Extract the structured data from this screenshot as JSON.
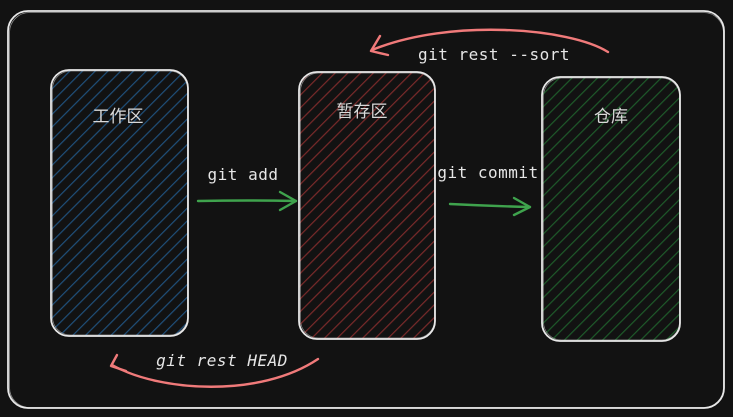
{
  "diagram": {
    "boxes": {
      "workspace": {
        "label": "工作区",
        "color": "#1f4f7a"
      },
      "staging": {
        "label": "暂存区",
        "color": "#7a2a2a"
      },
      "repository": {
        "label": "仓库",
        "color": "#1e5a2a"
      }
    },
    "arrows": {
      "git_add": {
        "label": "git add",
        "color": "#3fa34d"
      },
      "git_commit": {
        "label": "git commit",
        "color": "#3fa34d"
      },
      "git_rest_sort": {
        "label": "git rest --sort",
        "color": "#f07a7a"
      },
      "git_rest_head": {
        "label": "git rest HEAD",
        "color": "#f07a7a"
      }
    },
    "frame_color": "#e8e8e8",
    "background": "#121212"
  }
}
